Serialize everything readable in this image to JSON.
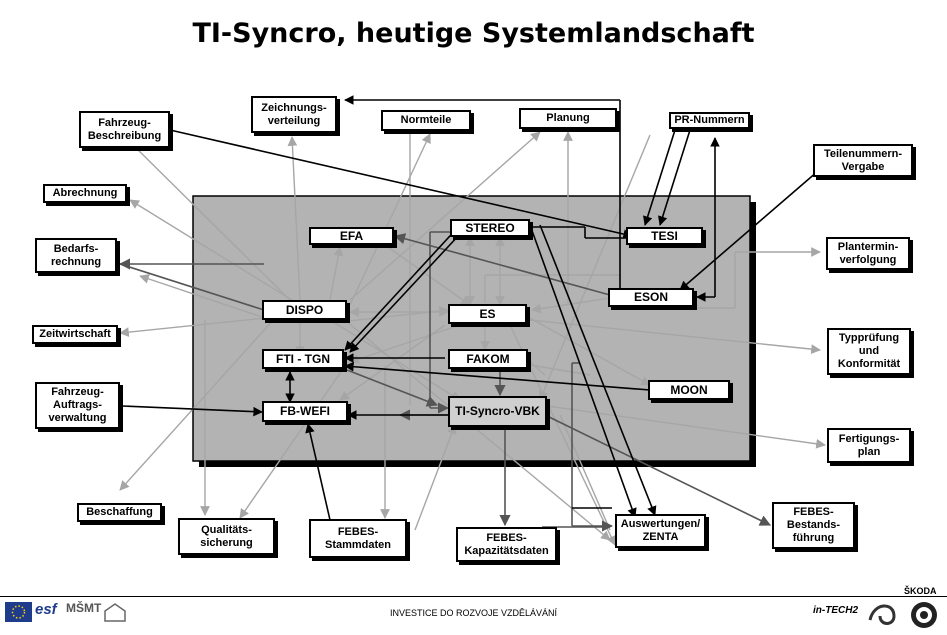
{
  "title": "TI-Syncro, heutige Systemlandschaft",
  "footer_text": "INVESTICE DO ROZVOJE VZDĚLÁVÁNÍ",
  "brand": "ŠKODA",
  "logos": {
    "eu": "EU flag",
    "esf": "esf",
    "msmt": "MŠMT",
    "tech": "in-TECH2"
  },
  "colors": {
    "panel": "#b3b3b3",
    "gray_arrow": "#a6a6a6",
    "dark_arrow": "#555555",
    "black_arrow": "#000000"
  },
  "systems": {
    "fahrzeug_beschreibung": "Fahrzeug-\nBeschreibung",
    "zeichnungsverteilung": "Zeichnungs-\nverteilung",
    "normteile": "Normteile",
    "planung": "Planung",
    "pr_nummern": "PR-Nummern",
    "teilenummern_vergabe": "Teilenummern-\nVergabe",
    "abrechnung": "Abrechnung",
    "bedarfsrechnung": "Bedarfs-\nrechnung",
    "zeitwirtschaft": "Zeitwirtschaft",
    "fahrzeug_auftragsverwaltung": "Fahrzeug-\nAuftrags-\nverwaltung",
    "beschaffung": "Beschaffung",
    "qualitaetssicherung": "Qualitäts-\nsicherung",
    "febes_stammdaten": "FEBES-\nStammdaten",
    "febes_kapazitaetsdaten": "FEBES-\nKapazitätsdaten",
    "auswertungen_zenta": "Auswertungen/\nZENTA",
    "febes_bestandsfuehrung": "FEBES-\nBestands-\nführung",
    "fertigungsplan": "Fertigungs-\nplan",
    "typpruefung": "Typprüfung\nund\nKonformität",
    "plantermin": "Plantermin-\nverfolgung",
    "efa": "EFA",
    "stereo": "STEREO",
    "tesi": "TESI",
    "dispo": "DISPO",
    "es": "ES",
    "eson": "ESON",
    "fti_tgn": "FTI - TGN",
    "fakom": "FAKOM",
    "moon": "MOON",
    "fb_wefi": "FB-WEFI",
    "ti_syncro_vbk": "TI-Syncro-VBK"
  }
}
